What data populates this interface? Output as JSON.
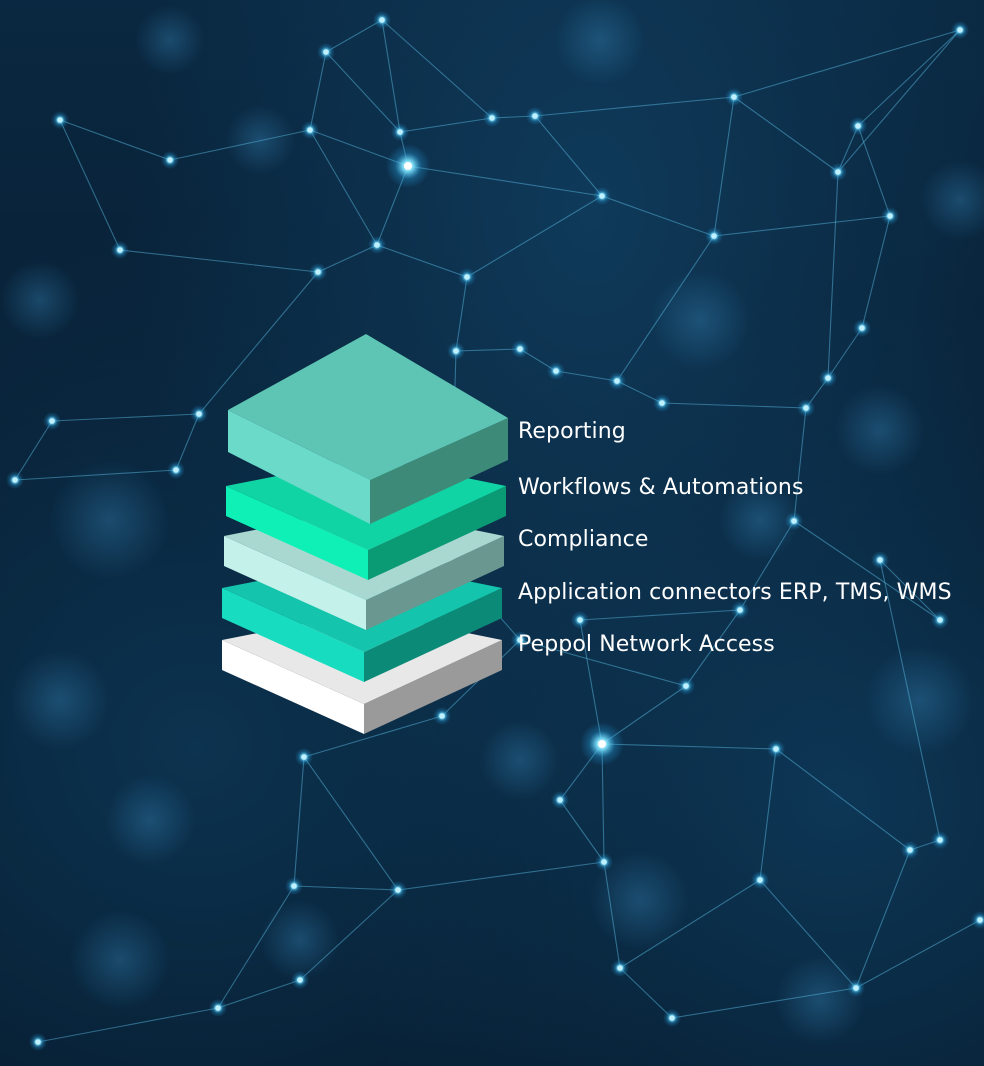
{
  "diagram": {
    "layers": [
      {
        "label": "Reporting",
        "top": "#5ec4b4",
        "left": "#6bdac9",
        "right": "#3e8a78"
      },
      {
        "label": "Workflows & Automations",
        "top": "#10d4a4",
        "left": "#0ef0b6",
        "right": "#0a9a74"
      },
      {
        "label": "Compliance",
        "top": "#a8d8d0",
        "left": "#c4f2ea",
        "right": "#6a9890"
      },
      {
        "label": "Application connectors ERP, TMS, WMS",
        "top": "#14c4ac",
        "left": "#18dcc0",
        "right": "#0b8a78"
      },
      {
        "label": "Peppol Network Access",
        "top": "#e8e8e8",
        "left": "#ffffff",
        "right": "#9a9a9a"
      }
    ]
  }
}
